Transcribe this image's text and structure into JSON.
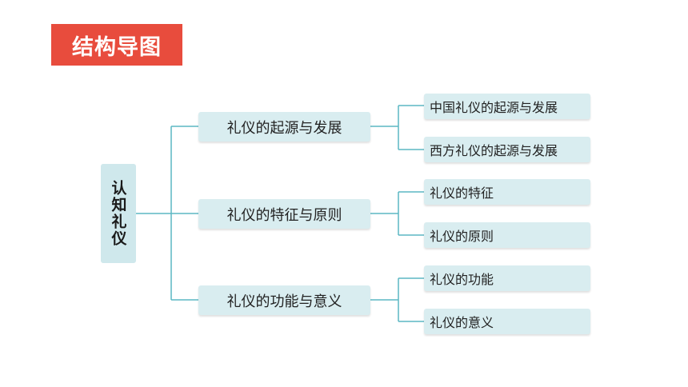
{
  "header": {
    "title": "结构导图"
  },
  "root": {
    "label": "认知礼仪"
  },
  "branches": [
    {
      "label": "礼仪的起源与发展",
      "children": [
        "中国礼仪的起源与发展",
        "西方礼仪的起源与发展"
      ]
    },
    {
      "label": "礼仪的特征与原则",
      "children": [
        "礼仪的特征",
        "礼仪的原则"
      ]
    },
    {
      "label": "礼仪的功能与意义",
      "children": [
        "礼仪的功能",
        "礼仪的意义"
      ]
    }
  ],
  "colors": {
    "banner": "#e84c3d",
    "box": "#d9edf0",
    "connector": "#5bb7c3"
  }
}
